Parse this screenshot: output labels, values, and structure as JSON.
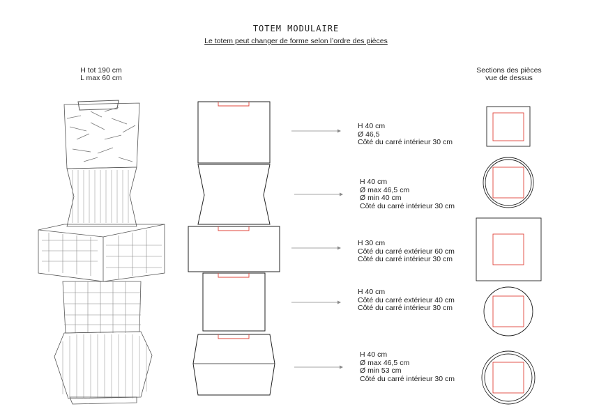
{
  "header": {
    "title": "TOTEM MODULAIRE",
    "subtitle": "Le totem peut changer de forme selon l’ordre des pièces"
  },
  "totem_dims": {
    "line1": "H tot 190 cm",
    "line2": "L max 60 cm"
  },
  "sections_header": {
    "line1": "Sections des pièces",
    "line2": "vue de dessus"
  },
  "pieces": [
    {
      "lines": [
        "H 40 cm",
        "Ø 46,5",
        "Côté du carré intérieur 30 cm"
      ],
      "section": "square-small"
    },
    {
      "lines": [
        "H 40 cm",
        "Ø max 46,5 cm",
        "Ø min 40 cm",
        "Côté du carré intérieur 30 cm"
      ],
      "section": "circle"
    },
    {
      "lines": [
        "H 30 cm",
        "Côté du carré extérieur 60 cm",
        "Côté du carré intérieur 30 cm"
      ],
      "section": "square-large"
    },
    {
      "lines": [
        "H 40 cm",
        "Côté du carré extérieur 40 cm",
        "Côté du carré intérieur 30 cm"
      ],
      "section": "circle"
    },
    {
      "lines": [
        "H 40 cm",
        "Ø max 46,5 cm",
        "Ø min 53 cm",
        "Côté du carré intérieur 30 cm"
      ],
      "section": "circle"
    }
  ],
  "colors": {
    "line": "#222222",
    "inner_square": "#e0443a",
    "sketch": "#555555"
  }
}
